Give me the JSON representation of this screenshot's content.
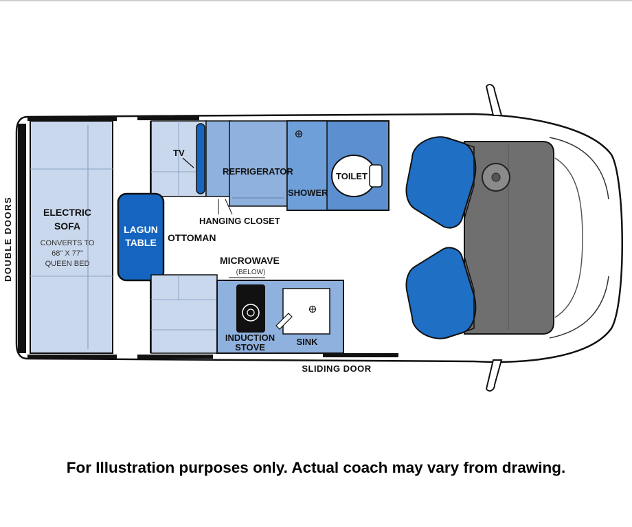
{
  "labels": {
    "double_doors": "DOUBLE DOORS",
    "electric_sofa_1": "ELECTRIC",
    "electric_sofa_2": "SOFA",
    "sofa_note_1": "CONVERTS TO",
    "sofa_note_2": "68\" X 77\"",
    "sofa_note_3": "QUEEN BED",
    "lagun_1": "LAGUN",
    "lagun_2": "TABLE",
    "ottoman": "OTTOMAN",
    "tv": "TV",
    "refrigerator": "REFRIGERATOR",
    "shower": "SHOWER",
    "toilet": "TOILET",
    "hanging_closet": "HANGING CLOSET",
    "microwave": "MICROWAVE",
    "microwave_note": "(BELOW)",
    "induction_1": "INDUCTION",
    "induction_2": "STOVE",
    "sink": "SINK",
    "sliding_door": "SLIDING DOOR"
  },
  "caption": "For Illustration purposes only.  Actual coach may vary from drawing.",
  "colors": {
    "light_blue": "#c9d8ec",
    "mid_blue": "#8fb1de",
    "blue": "#5b8fd0",
    "dark_blue": "#1565c0",
    "seat_blue": "#1f6fc5",
    "cab_gray": "#6f6f6f",
    "outline": "#111111"
  }
}
